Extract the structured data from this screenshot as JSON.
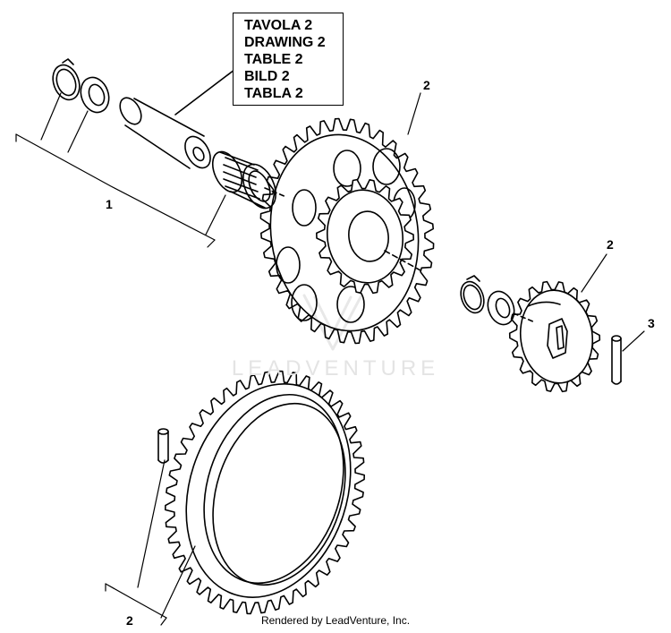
{
  "reference_box": {
    "lines": [
      "TAVOLA 2",
      "DRAWING 2",
      "TABLE 2",
      "BILD 2",
      "TABLA 2"
    ]
  },
  "callouts": {
    "assembly_1": "1",
    "large_gear": "2",
    "small_gear": "2",
    "pin": "3",
    "ring_gear": "2"
  },
  "watermark": "LEADVENTURE",
  "footer": "Rendered by LeadVenture, Inc."
}
